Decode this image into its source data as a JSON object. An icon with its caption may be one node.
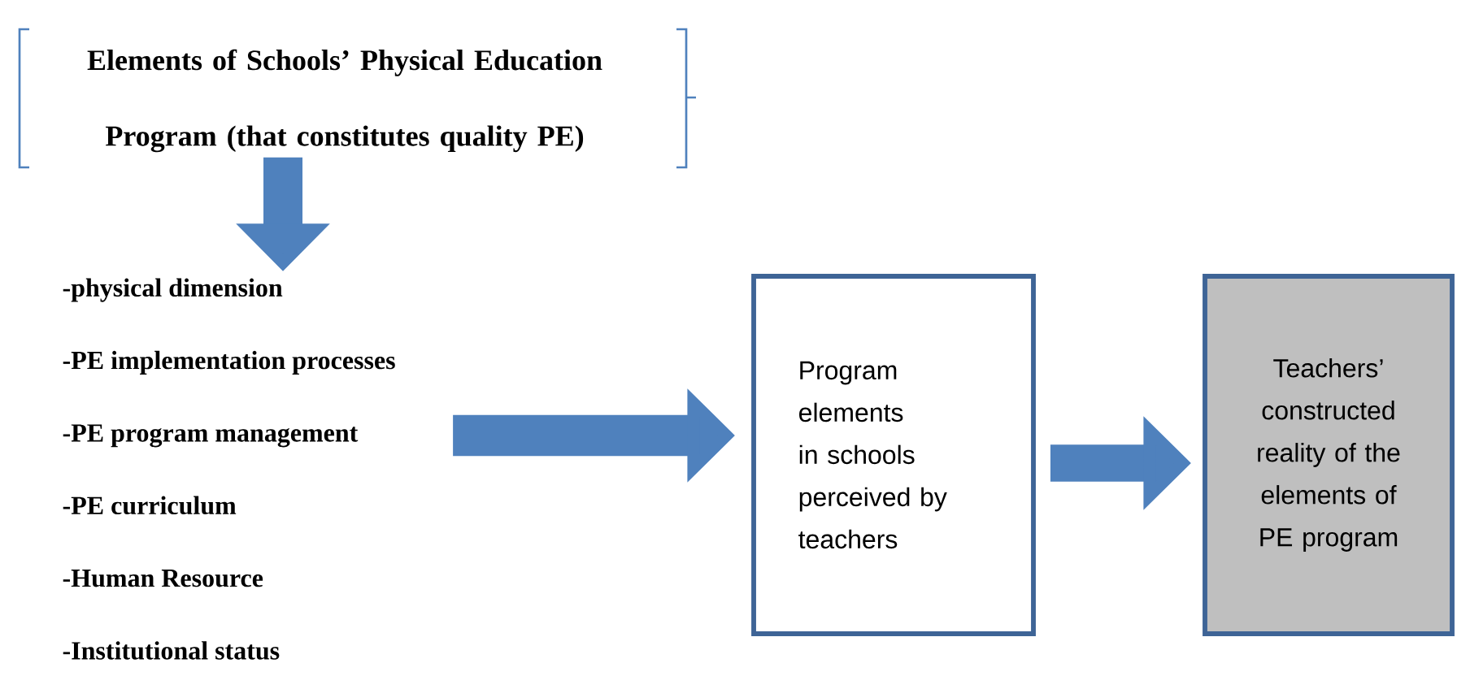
{
  "diagram": {
    "nodes": [
      {
        "text": [
          "Elements of Schools’ Physical Education Program (that constitutes quality PE)"
        ]
      },
      {
        "text": [
          "-physical dimension",
          "-PE implementation processes",
          "-PE program management",
          "-PE curriculum",
          "-Human Resource",
          "-Institutional status"
        ]
      },
      {
        "text": [
          "Program elements in schools perceived by teachers"
        ]
      },
      {
        "text": [
          "Teachers’ constructed reality of the elements of PE program"
        ]
      }
    ],
    "edges": [
      {
        "from": 0,
        "to": 1,
        "arrow": "to"
      },
      {
        "from": 1,
        "to": 2,
        "arrow": "to"
      },
      {
        "from": 2,
        "to": 3,
        "arrow": "to"
      }
    ]
  }
}
